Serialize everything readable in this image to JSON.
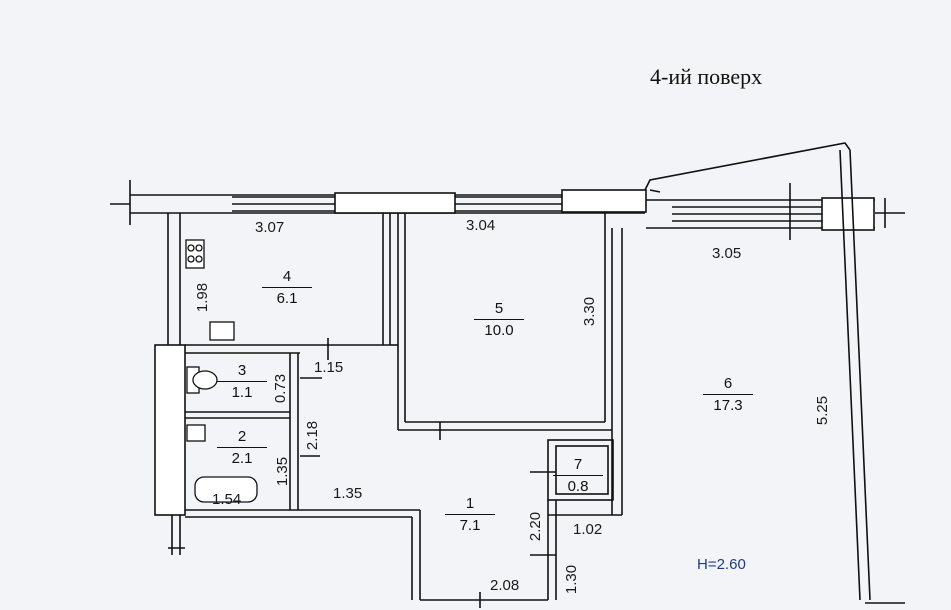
{
  "floor_title": "4-ий поверх",
  "rooms": [
    {
      "num": "1",
      "area": "7.1"
    },
    {
      "num": "2",
      "area": "2.1"
    },
    {
      "num": "3",
      "area": "1.1"
    },
    {
      "num": "4",
      "area": "6.1"
    },
    {
      "num": "5",
      "area": "10.0"
    },
    {
      "num": "6",
      "area": "17.3"
    },
    {
      "num": "7",
      "area": "0.8"
    }
  ],
  "dimensions": {
    "d307": "3.07",
    "d304": "3.04",
    "d305": "3.05",
    "d198": "1.98",
    "d330": "3.30",
    "d525": "5.25",
    "d115": "1.15",
    "d073": "0.73",
    "d218": "2.18",
    "d135v": "1.35",
    "d135h": "1.35",
    "d154": "1.54",
    "d220": "2.20",
    "d102": "1.02",
    "d130": "1.30",
    "d208": "2.08"
  },
  "ceiling_height": "H=2.60"
}
